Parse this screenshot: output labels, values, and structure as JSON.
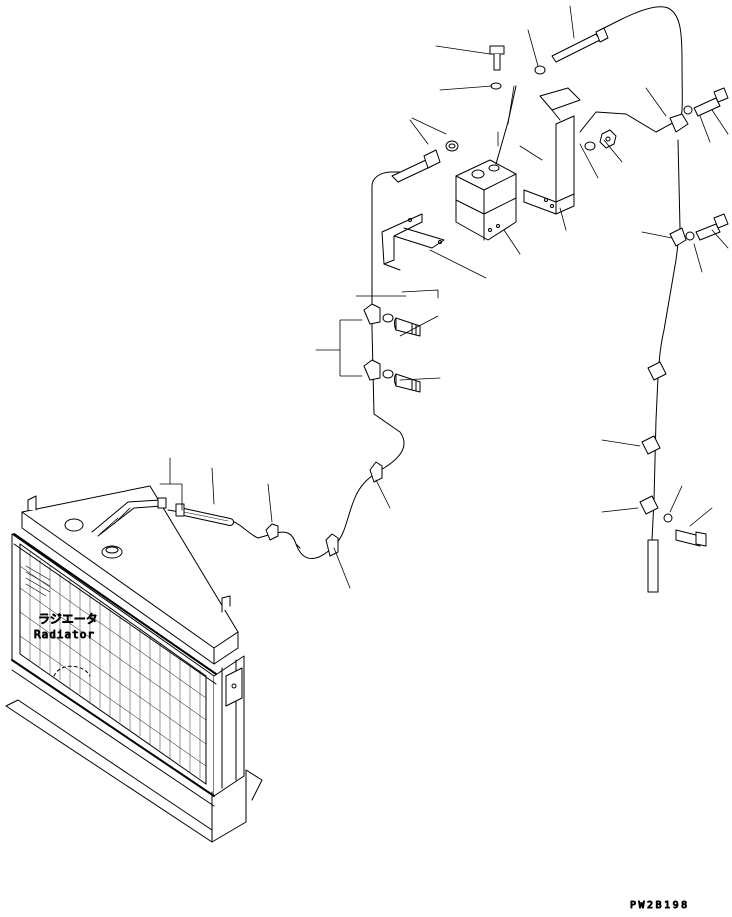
{
  "labels": {
    "radiator_jp": "ラジエータ",
    "radiator_en": "Radiator",
    "drawing_code": "PW2B198"
  }
}
